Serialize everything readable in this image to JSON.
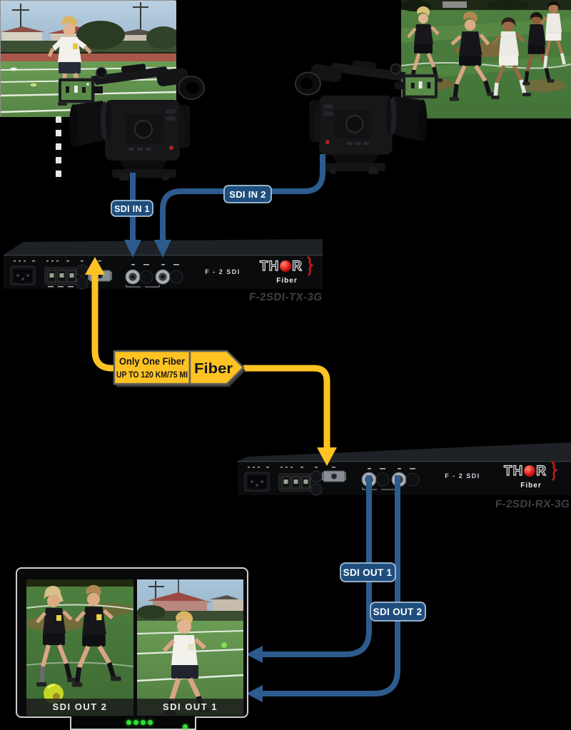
{
  "colors": {
    "cable_blue": "#2d5b8e",
    "pill_fill": "#1f4e7d",
    "fiber_yellow": "#ffc223",
    "led_green": "#2ee032",
    "logo_red": "#d81616"
  },
  "inputs": {
    "in1": "SDI IN 1",
    "in2": "SDI IN 2"
  },
  "outputs": {
    "out1": "SDI OUT 1",
    "out2": "SDI OUT 2"
  },
  "logo": {
    "th": "TH",
    "r": "R",
    "sub": "Fiber"
  },
  "devices": {
    "tx": {
      "front_label": "F - 2 SDI",
      "model": "F-2SDI-TX-3G"
    },
    "rx": {
      "front_label": "F - 2 SDI",
      "model": "F-2SDI-RX-3G"
    }
  },
  "fiber_sign": {
    "line1": "Only One Fiber",
    "line2": "UP TO 120 KM/75 MI",
    "tag": "Fiber"
  },
  "monitor": {
    "left_label": "SDI OUT 2",
    "right_label": "SDI OUT 1"
  }
}
